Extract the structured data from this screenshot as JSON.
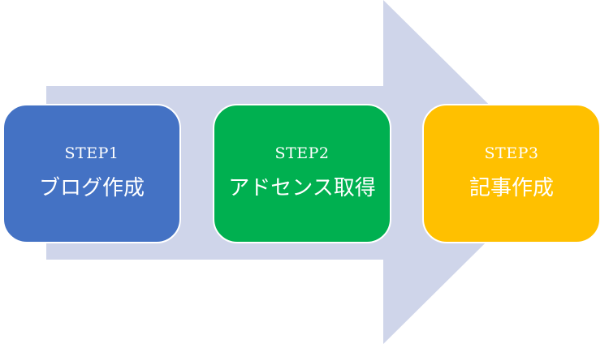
{
  "arrow": {
    "color": "#cfd5ea"
  },
  "steps": [
    {
      "number": "STEP1",
      "title": "ブログ作成",
      "color": "#4472c4"
    },
    {
      "number": "STEP2",
      "title": "アドセンス取得",
      "color": "#00b050"
    },
    {
      "number": "STEP3",
      "title": "記事作成",
      "color": "#ffc000"
    }
  ]
}
